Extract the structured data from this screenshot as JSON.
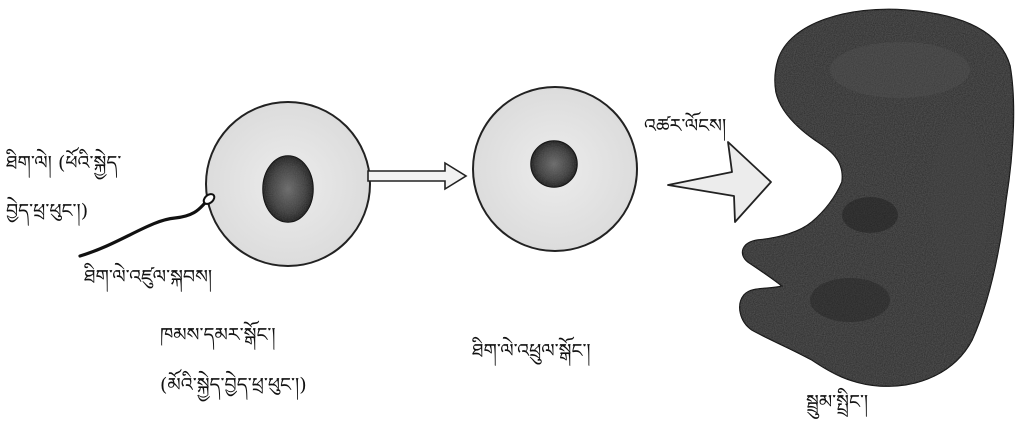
{
  "labels": {
    "sperm_line1": "ཐིག་ལེ། (ཕོའི་སྐྱེད་",
    "sperm_line2": "བྱེད་ཕྲ་ཕུང་།)",
    "sperm_entering": "ཐིག་ལེ་འཛུལ་སྐབས།",
    "egg_cell_line1": "ཁམས་དམར་སྒོང་།",
    "egg_cell_line2": "(མོའི་སྐྱེད་བྱེད་ཕྲ་ཕུང་།)",
    "fertilized_egg": "ཐིག་ལེ་འཕྲུལ་སྒོང་།",
    "development": "འཚར་ལོངས།",
    "embryo": "སྦྲུམ་སྤྲིང་།"
  }
}
